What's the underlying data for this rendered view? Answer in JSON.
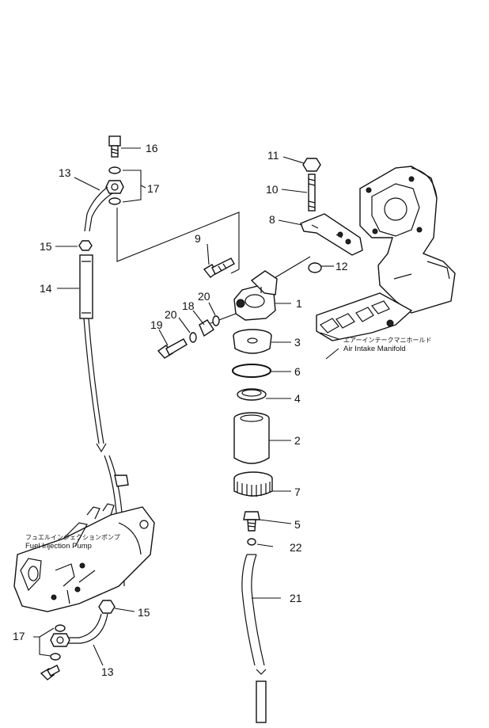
{
  "callouts": [
    {
      "id": "c16",
      "label": "16"
    },
    {
      "id": "c17a",
      "label": "17"
    },
    {
      "id": "c13a",
      "label": "13"
    },
    {
      "id": "c11",
      "label": "11"
    },
    {
      "id": "c10",
      "label": "10"
    },
    {
      "id": "c8",
      "label": "8"
    },
    {
      "id": "c9",
      "label": "9"
    },
    {
      "id": "c12",
      "label": "12"
    },
    {
      "id": "c15a",
      "label": "15"
    },
    {
      "id": "c14",
      "label": "14"
    },
    {
      "id": "c1",
      "label": "1"
    },
    {
      "id": "c20a",
      "label": "20"
    },
    {
      "id": "c18",
      "label": "18"
    },
    {
      "id": "c20b",
      "label": "20"
    },
    {
      "id": "c19",
      "label": "19"
    },
    {
      "id": "c3",
      "label": "3"
    },
    {
      "id": "c6",
      "label": "6"
    },
    {
      "id": "c4",
      "label": "4"
    },
    {
      "id": "c2",
      "label": "2"
    },
    {
      "id": "c7",
      "label": "7"
    },
    {
      "id": "c5",
      "label": "5"
    },
    {
      "id": "c22",
      "label": "22"
    },
    {
      "id": "c21",
      "label": "21"
    },
    {
      "id": "c15b",
      "label": "15"
    },
    {
      "id": "c17b",
      "label": "17"
    },
    {
      "id": "c13b",
      "label": "13"
    }
  ],
  "captions": {
    "manifold_jp": "エアーインテークマニホールド",
    "manifold_en": "Air Intake Manifold",
    "pump_jp": "フュエルインジェクションポンプ",
    "pump_en": "Fuel Injection Pump"
  }
}
